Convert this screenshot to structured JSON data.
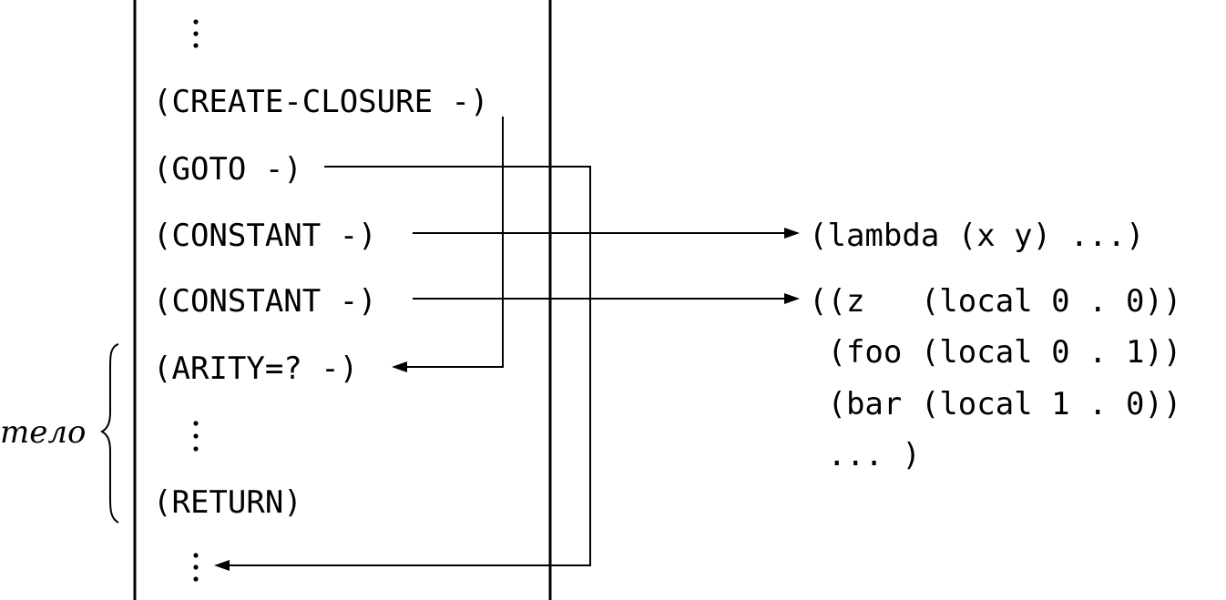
{
  "instructions": {
    "create_closure": "(CREATE-CLOSURE -)",
    "goto": "(GOTO -)",
    "constant_1": "(CONSTANT -)",
    "constant_2": "(CONSTANT -)",
    "arity": "(ARITY=? -)",
    "return": "(RETURN)"
  },
  "constants": {
    "lambda": "(lambda (x y) ...)",
    "env_lines": [
      "((z   (local 0 . 0))",
      " (foo (local 0 . 1))",
      " (bar (local 1 . 0))",
      " ... )"
    ]
  },
  "brace_label": "тело"
}
